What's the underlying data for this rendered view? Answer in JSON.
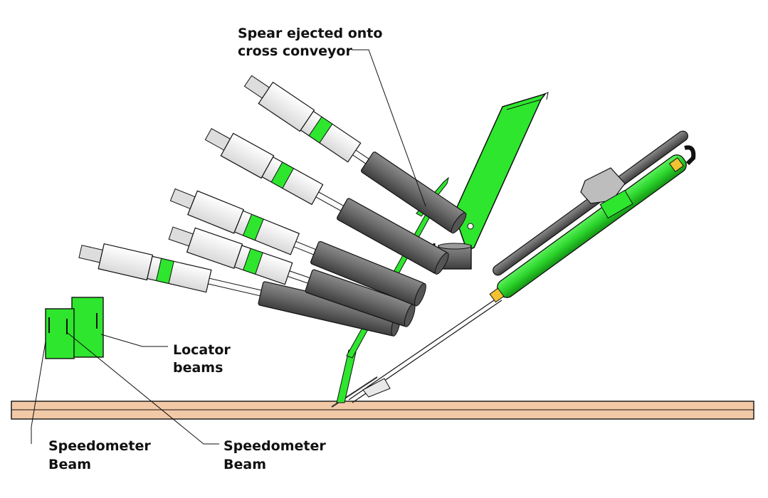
{
  "labels": {
    "spear_line1": "Spear ejected onto",
    "spear_line2": "cross conveyor",
    "locator_line1": "Locator",
    "locator_line2": "beams",
    "speedo_left_line1": "Speedometer",
    "speedo_left_line2": "Beam",
    "speedo_right_line1": "Speedometer",
    "speedo_right_line2": "Beam"
  },
  "colors": {
    "green": "#2ee62e",
    "dark_green": "#1e8f1e",
    "tube_gray": "#6e6e6e",
    "body_white": "#f4f4f4",
    "conveyor_tan": "#f2c9a7",
    "outline": "#111111"
  }
}
